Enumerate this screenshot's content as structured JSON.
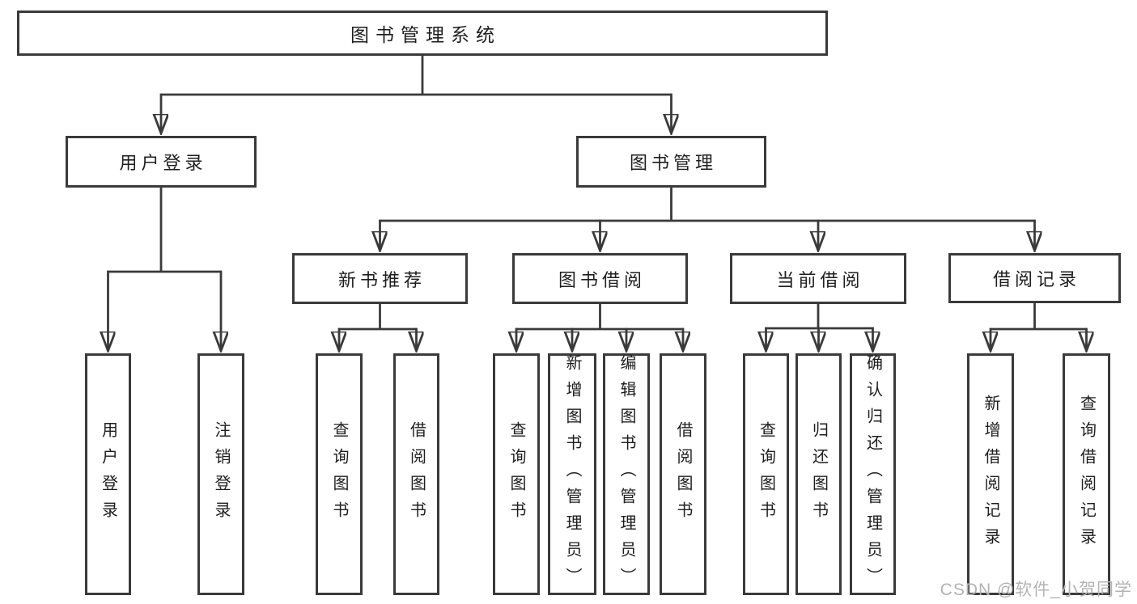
{
  "diagram": {
    "root": {
      "label": "图书管理系统"
    },
    "level2": [
      {
        "id": "user-login",
        "label": "用户登录"
      },
      {
        "id": "book-management",
        "label": "图书管理"
      }
    ],
    "level3": [
      {
        "id": "new-book-recommend",
        "label": "新书推荐"
      },
      {
        "id": "book-borrowing",
        "label": "图书借阅"
      },
      {
        "id": "current-borrowing",
        "label": "当前借阅"
      },
      {
        "id": "borrowing-records",
        "label": "借阅记录"
      }
    ],
    "leaves": {
      "user_login": [
        "用户登录",
        "注销登录"
      ],
      "new_book_recommend": [
        "查询图书",
        "借阅图书"
      ],
      "book_borrowing": [
        "查询图书",
        "新增图书（管理员）",
        "编辑图书（管理员）",
        "借阅图书"
      ],
      "current_borrowing": [
        "查询图书",
        "归还图书",
        "确认归还（管理员）"
      ],
      "borrowing_records": [
        "新增借阅记录",
        "查询借阅记录"
      ]
    }
  },
  "watermark": {
    "text": "CSDN @软件_小贺同学"
  },
  "colors": {
    "line": "#3a3a3a",
    "text": "#1e1e1e",
    "watermark": "#b3b3b3",
    "background": "#ffffff"
  }
}
